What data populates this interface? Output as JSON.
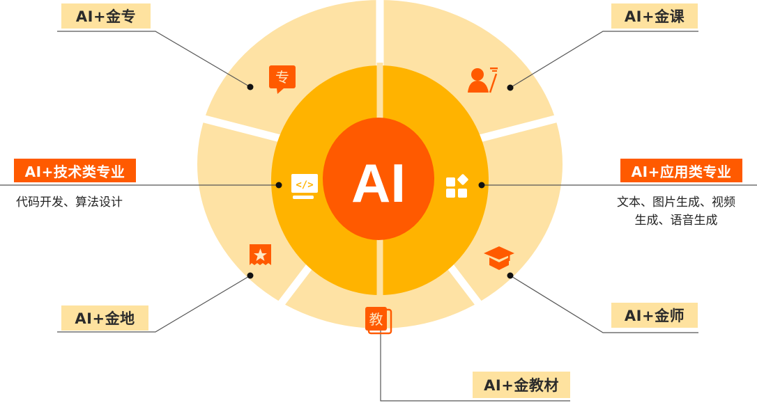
{
  "colors": {
    "outer_ring": "#fee2a4",
    "inner_ring": "#ffb300",
    "center": "#ff5a00",
    "icon": "#ff5a00",
    "label_bg": "#fee29f",
    "highlight_label_bg": "#ff5a00",
    "leader_line": "#555555"
  },
  "center": {
    "label": "AI"
  },
  "inner_segments": [
    {
      "id": "tech",
      "icon": "code-monitor-icon",
      "title": "AI+技术类专业",
      "description": "代码开发、算法设计"
    },
    {
      "id": "app",
      "icon": "app-blocks-icon",
      "title": "AI+应用类专业",
      "description_lines": [
        "文本、图片生成、视频",
        "生成、语音生成"
      ]
    }
  ],
  "outer_segments": [
    {
      "id": "major",
      "icon": "speech-bubble-zhuan-icon",
      "icon_text": "专",
      "title": "AI+金专"
    },
    {
      "id": "course",
      "icon": "teacher-presenting-icon",
      "title": "AI+金课"
    },
    {
      "id": "teacher",
      "icon": "graduation-cap-icon",
      "title": "AI+金师"
    },
    {
      "id": "textbook",
      "icon": "book-jiao-icon",
      "icon_text": "教",
      "title": "AI+金教材"
    },
    {
      "id": "base",
      "icon": "bookmark-star-icon",
      "title": "AI+金地"
    }
  ]
}
